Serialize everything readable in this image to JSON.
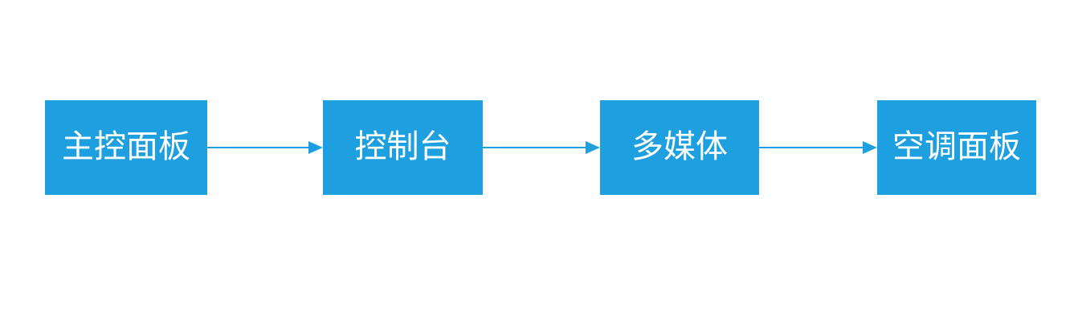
{
  "diagram": {
    "title": "",
    "background_color": "#ffffff",
    "type": "flowchart-linear",
    "node_fill_color": "#1d9fe0",
    "node_text_color": "#ffffff",
    "connector_color": "#1d9fe0",
    "nodes": [
      {
        "id": "node-1",
        "label": "主控面板"
      },
      {
        "id": "node-2",
        "label": "控制台"
      },
      {
        "id": "node-3",
        "label": "多媒体"
      },
      {
        "id": "node-4",
        "label": "空调面板"
      }
    ],
    "connectors": [
      {
        "id": "conn-1",
        "from": "node-1",
        "to": "node-2",
        "label": "",
        "style": "arrow-right"
      },
      {
        "id": "conn-2",
        "from": "node-2",
        "to": "node-3",
        "label": "",
        "style": "arrow-right"
      },
      {
        "id": "conn-3",
        "from": "node-3",
        "to": "node-4",
        "label": "",
        "style": "arrow-right"
      }
    ]
  }
}
